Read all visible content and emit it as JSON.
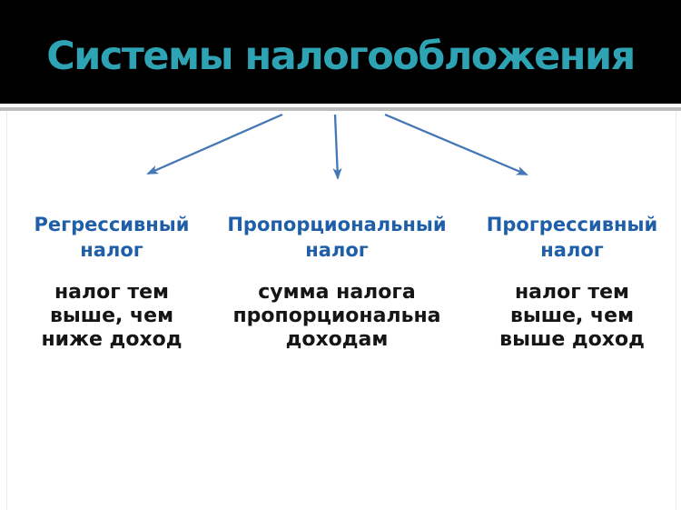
{
  "slide": {
    "title": "Системы налогообложения",
    "columns": [
      {
        "id": "regressive",
        "heading": "Регрессивный\nналог",
        "description": "налог тем\nвыше, чем\nниже доход"
      },
      {
        "id": "proportional",
        "heading": "Пропорциональный\nналог",
        "description": "сумма налога\nпропорциональна\nдоходам"
      },
      {
        "id": "progressive",
        "heading": "Прогрессивный\nналог",
        "description": "налог тем\nвыше, чем\nвыше доход"
      }
    ],
    "colors": {
      "header_background": "#000000",
      "title_text": "#2ea3b4",
      "heading_text": "#1f5fa8",
      "body_text": "#151515",
      "arrow": "#4377b5",
      "divider_line": "#bdbdbd",
      "page_background": "#ffffff"
    }
  }
}
